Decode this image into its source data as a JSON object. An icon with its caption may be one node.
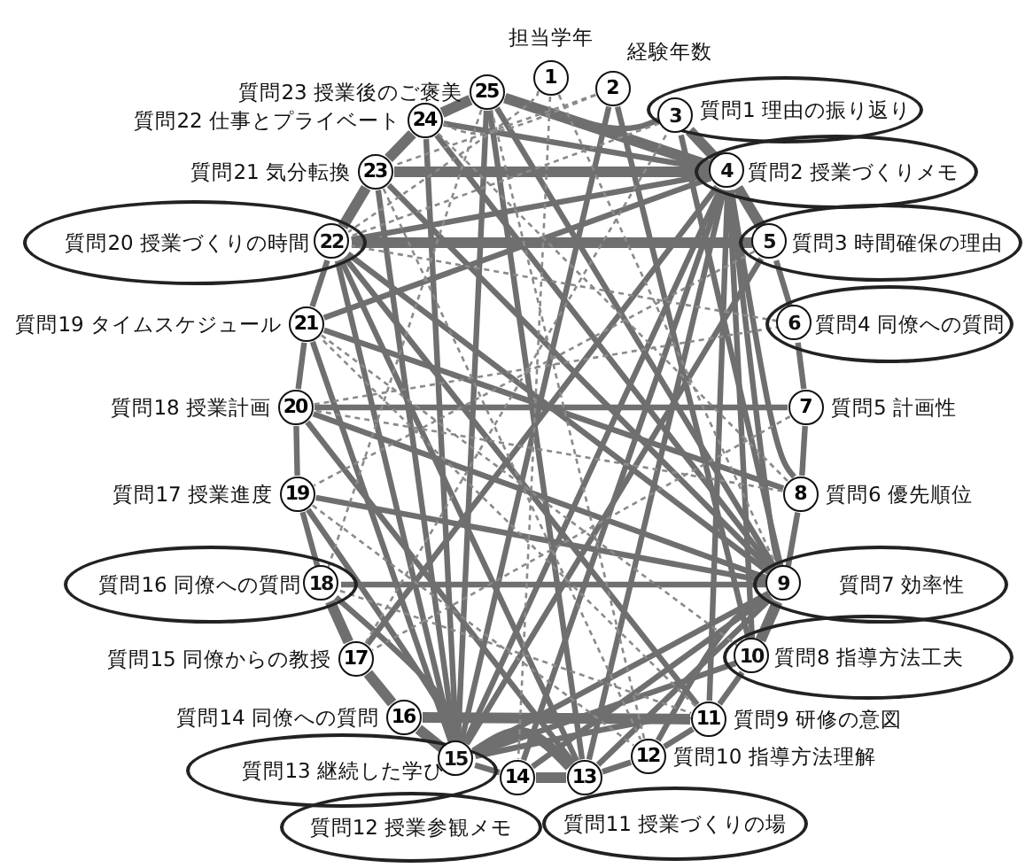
{
  "diagram": {
    "nodes": [
      {
        "text": [
          "1"
        ],
        "beside": [
          "担当学年"
        ]
      },
      {
        "text": [
          "2"
        ],
        "beside": [
          "経験年数"
        ]
      },
      {
        "text": [
          "質問1 理由の振り返り"
        ]
      },
      {
        "text": [
          "3"
        ],
        "in": 2
      },
      {
        "text": [
          "質問2 授業づくりメモ"
        ]
      },
      {
        "text": [
          "4"
        ],
        "in": 4
      },
      {
        "text": [
          "質問3 時間確保の理由"
        ]
      },
      {
        "text": [
          "5"
        ],
        "in": 6
      },
      {
        "text": [
          "質問4 同僚への質問"
        ]
      },
      {
        "text": [
          "6"
        ],
        "in": 8
      },
      {
        "text": [
          "7"
        ],
        "beside": [
          "質問5 計画性"
        ]
      },
      {
        "text": [
          "8"
        ],
        "beside": [
          "質問6 優先順位"
        ]
      },
      {
        "text": [
          "質問7 効率性"
        ]
      },
      {
        "text": [
          "9"
        ],
        "in": 12
      },
      {
        "text": [
          "質問8 指導方法工夫"
        ]
      },
      {
        "text": [
          "10"
        ],
        "in": 14
      },
      {
        "text": [
          "11"
        ],
        "beside": [
          "質問9 研修の意図"
        ]
      },
      {
        "text": [
          "12"
        ],
        "beside": [
          "質問10 指導方法理解"
        ]
      },
      {
        "text": [
          "質問11 授業づくりの場"
        ]
      },
      {
        "text": [
          "13"
        ]
      },
      {
        "text": [
          "14"
        ]
      },
      {
        "text": [
          "質問12 授業参観メモ"
        ]
      },
      {
        "text": [
          "質問13 継続した学び"
        ]
      },
      {
        "text": [
          "15"
        ],
        "in": 22
      },
      {
        "text": [
          "16"
        ],
        "beside": [
          "質問14 同僚への質問"
        ]
      },
      {
        "text": [
          "17"
        ],
        "beside": [
          "質問15 同僚からの教授"
        ]
      },
      {
        "text": [
          "質問16 同僚への質問"
        ]
      },
      {
        "text": [
          "18"
        ],
        "in": 26
      },
      {
        "text": [
          "19"
        ],
        "beside": [
          "質問17 授業進度"
        ]
      },
      {
        "text": [
          "20"
        ],
        "beside": [
          "質問18 授業計画"
        ]
      },
      {
        "text": [
          "21"
        ],
        "beside": [
          "質問19 タイムスケジュール"
        ]
      },
      {
        "text": [
          "質問20 授業づくりの時間"
        ]
      },
      {
        "text": [
          "22"
        ],
        "in": 31
      },
      {
        "text": [
          "23"
        ],
        "beside": [
          "質問21 気分転換"
        ]
      },
      {
        "text": [
          "24"
        ],
        "beside": [
          "質問22 仕事とプライベート"
        ]
      },
      {
        "text": [
          "25"
        ],
        "beside": [
          "質問23 授業後のご褒美"
        ]
      }
    ],
    "edges": [
      {
        "from": 35,
        "to": 34,
        "arrow": "none",
        "style": "thick"
      },
      {
        "from": 34,
        "to": 33,
        "arrow": "none",
        "style": "thick"
      },
      {
        "from": 33,
        "to": 32,
        "arrow": "none",
        "style": "thick"
      },
      {
        "from": 32,
        "to": 30,
        "arrow": "none"
      },
      {
        "from": 30,
        "to": 29,
        "arrow": "none"
      },
      {
        "from": 29,
        "to": 28,
        "arrow": "none"
      },
      {
        "from": 28,
        "to": 27,
        "arrow": "none"
      },
      {
        "from": 27,
        "to": 25,
        "arrow": "none",
        "style": "thick"
      },
      {
        "from": 25,
        "to": 24,
        "arrow": "none",
        "style": "thick"
      },
      {
        "from": 24,
        "to": 23,
        "arrow": "none",
        "style": "thick"
      },
      {
        "from": 23,
        "to": 20,
        "arrow": "none"
      },
      {
        "from": 20,
        "to": 19,
        "arrow": "none",
        "style": "thick"
      },
      {
        "from": 19,
        "to": 17,
        "arrow": "none"
      },
      {
        "from": 17,
        "to": 16,
        "arrow": "none"
      },
      {
        "from": 16,
        "to": 15,
        "arrow": "none"
      },
      {
        "from": 15,
        "to": 13,
        "arrow": "none",
        "style": "thick"
      },
      {
        "from": 13,
        "to": 11,
        "arrow": "none"
      },
      {
        "from": 11,
        "to": 10,
        "arrow": "none"
      },
      {
        "from": 10,
        "to": 9,
        "arrow": "none"
      },
      {
        "from": 9,
        "to": 7,
        "arrow": "none"
      },
      {
        "from": 7,
        "to": 5,
        "arrow": "none",
        "style": "thick"
      },
      {
        "from": 5,
        "to": 3,
        "arrow": "none",
        "style": "thick"
      },
      {
        "from": 35,
        "to": 5,
        "arrow": "none",
        "style": "thick"
      },
      {
        "from": 35,
        "to": 13,
        "arrow": "none"
      },
      {
        "from": 35,
        "to": 19,
        "arrow": "none"
      },
      {
        "from": 35,
        "to": 23,
        "arrow": "none"
      },
      {
        "from": 34,
        "to": 5,
        "arrow": "none"
      },
      {
        "from": 34,
        "to": 13,
        "arrow": "none"
      },
      {
        "from": 34,
        "to": 23,
        "arrow": "none"
      },
      {
        "from": 33,
        "to": 5,
        "arrow": "none",
        "style": "thick"
      },
      {
        "from": 33,
        "to": 13,
        "arrow": "none"
      },
      {
        "from": 33,
        "to": 23,
        "arrow": "none"
      },
      {
        "from": 32,
        "to": 7,
        "arrow": "none",
        "style": "thick"
      },
      {
        "from": 32,
        "to": 5,
        "arrow": "none"
      },
      {
        "from": 32,
        "to": 13,
        "arrow": "none"
      },
      {
        "from": 32,
        "to": 19,
        "arrow": "none"
      },
      {
        "from": 32,
        "to": 23,
        "arrow": "none"
      },
      {
        "from": 32,
        "to": 16,
        "arrow": "none"
      },
      {
        "from": 30,
        "to": 5,
        "arrow": "none"
      },
      {
        "from": 30,
        "to": 11,
        "arrow": "none"
      },
      {
        "from": 30,
        "to": 23,
        "arrow": "none"
      },
      {
        "from": 29,
        "to": 10,
        "arrow": "none"
      },
      {
        "from": 29,
        "to": 13,
        "arrow": "none"
      },
      {
        "from": 29,
        "to": 19,
        "arrow": "none"
      },
      {
        "from": 28,
        "to": 13,
        "arrow": "none"
      },
      {
        "from": 28,
        "to": 23,
        "arrow": "none"
      },
      {
        "from": 27,
        "to": 13,
        "arrow": "none"
      },
      {
        "from": 27,
        "to": 23,
        "arrow": "none"
      },
      {
        "from": 25,
        "to": 5,
        "arrow": "none"
      },
      {
        "from": 24,
        "to": 16,
        "arrow": "none",
        "style": "thick"
      },
      {
        "from": 23,
        "to": 5,
        "arrow": "none"
      },
      {
        "from": 23,
        "to": 7,
        "arrow": "none"
      },
      {
        "from": 23,
        "to": 13,
        "arrow": "none"
      },
      {
        "from": 23,
        "to": 15,
        "arrow": "none"
      },
      {
        "from": 23,
        "to": 16,
        "arrow": "none"
      },
      {
        "from": 23,
        "to": 19,
        "arrow": "none",
        "style": "thick"
      },
      {
        "from": 20,
        "to": 5,
        "arrow": "none"
      },
      {
        "from": 20,
        "to": 13,
        "arrow": "none"
      },
      {
        "from": 19,
        "to": 5,
        "arrow": "none"
      },
      {
        "from": 19,
        "to": 13,
        "arrow": "none"
      },
      {
        "from": 17,
        "to": 13,
        "arrow": "none"
      },
      {
        "from": 16,
        "to": 5,
        "arrow": "none"
      },
      {
        "from": 15,
        "to": 5,
        "arrow": "none"
      },
      {
        "from": 13,
        "to": 5,
        "arrow": "none"
      },
      {
        "from": 13,
        "to": 3,
        "arrow": "none"
      },
      {
        "from": 11,
        "to": 5,
        "arrow": "none"
      },
      {
        "from": 1,
        "to": 15,
        "arrow": "none"
      },
      {
        "from": 1,
        "to": 23,
        "arrow": "none"
      },
      {
        "from": 35,
        "to": 3,
        "arrow": "none"
      },
      {
        "from": 0,
        "to": 32,
        "arrow": "none",
        "style": "dashed"
      },
      {
        "from": 0,
        "to": 13,
        "arrow": "none",
        "style": "dashed"
      },
      {
        "from": 1,
        "to": 33,
        "arrow": "none",
        "style": "dashed"
      },
      {
        "from": 3,
        "to": 32,
        "arrow": "none",
        "style": "dashed"
      },
      {
        "from": 35,
        "to": 27,
        "arrow": "none",
        "style": "dashed"
      },
      {
        "from": 30,
        "to": 15,
        "arrow": "none",
        "style": "dashed"
      },
      {
        "from": 29,
        "to": 9,
        "arrow": "none",
        "style": "dashed"
      },
      {
        "from": 28,
        "to": 17,
        "arrow": "none",
        "style": "dashed"
      },
      {
        "from": 25,
        "to": 3,
        "arrow": "none",
        "style": "dashed"
      },
      {
        "from": 33,
        "to": 17,
        "arrow": "none",
        "style": "dashed"
      },
      {
        "from": 34,
        "to": 11,
        "arrow": "none",
        "style": "dashed"
      },
      {
        "from": 1,
        "to": 34,
        "arrow": "none",
        "style": "dashed"
      },
      {
        "from": 0,
        "to": 20,
        "arrow": "none",
        "style": "dashed"
      },
      {
        "from": 7,
        "to": 28,
        "arrow": "none",
        "style": "dashed"
      },
      {
        "from": 9,
        "to": 32,
        "arrow": "none",
        "style": "dashed"
      },
      {
        "from": 10,
        "to": 25,
        "arrow": "none",
        "style": "dashed"
      },
      {
        "from": 11,
        "to": 29,
        "arrow": "none",
        "style": "dashed"
      },
      {
        "from": 17,
        "to": 35,
        "arrow": "none",
        "style": "dashed"
      },
      {
        "from": 16,
        "to": 30,
        "arrow": "none",
        "style": "dashed"
      },
      {
        "from": 27,
        "to": 16,
        "arrow": "none",
        "style": "dashed"
      }
    ]
  }
}
